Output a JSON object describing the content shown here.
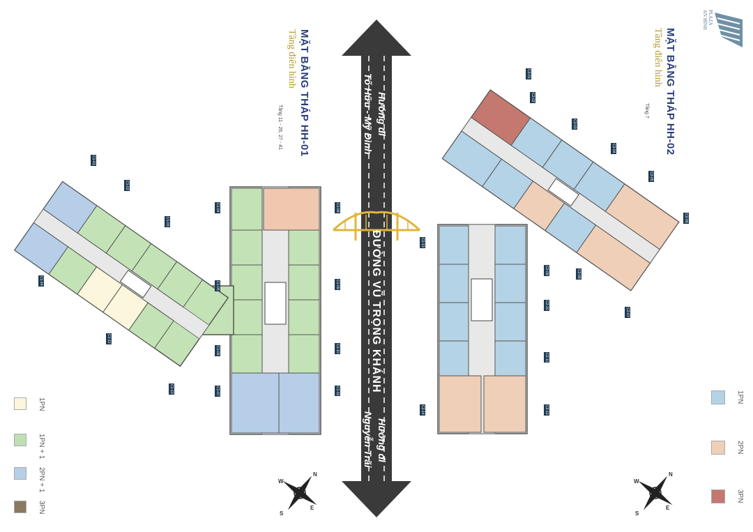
{
  "left_plan": {
    "title": "MẶT BẰNG THÁP HH-01",
    "subtitle": "Tầng điển hình",
    "floors": "Tầng 11 - 26, 27 - 41"
  },
  "right_plan": {
    "title": "MẶT BẰNG THÁP HH-02",
    "subtitle": "Tầng điển hình",
    "floors": "Tầng 7"
  },
  "road": {
    "direction_top_1": "Hướng đi",
    "direction_top_2": "Tố Hữu - Mỹ Đình",
    "direction_bottom_1": "Hướng đi",
    "direction_bottom_2": "Nguyễn Trãi",
    "street_name": "ĐƯỜNG VŨ TRỌNG KHÁNH"
  },
  "left_legend": [
    {
      "label": "1PN",
      "color": "#fbf6dc"
    },
    {
      "label": "1PN + 1",
      "color": "#bfe0b3"
    },
    {
      "label": "2PN + 1",
      "color": "#b5cfe6"
    },
    {
      "label": "3PN",
      "color": "#8a7860"
    }
  ],
  "right_legend": [
    {
      "label": "1PN",
      "color": "#b5d3e6"
    },
    {
      "label": "2PN",
      "color": "#efcfb8"
    },
    {
      "label": "3PN",
      "color": "#c4786f"
    }
  ],
  "compass": {
    "n": "N",
    "s": "S",
    "e": "E",
    "w": "W"
  },
  "logo": {
    "line1": "AN BÌNH",
    "line2": "PLAZA"
  },
  "unit_labels_left": [
    "C1-01",
    "C1-02",
    "C1-03",
    "C1-04",
    "C1-05",
    "C1-06",
    "C1-07",
    "C1-08",
    "C1-09",
    "C1-10",
    "C1-11",
    "C1-12",
    "C1-13",
    "C1-14"
  ],
  "unit_labels_right": [
    "C2-01",
    "C2-02",
    "C2-03",
    "C2-04",
    "C2-05",
    "C2-06",
    "C2-07",
    "C2-08",
    "C2-09",
    "C2-10",
    "C2-11",
    "C2-12",
    "C2-13",
    "C2-14"
  ],
  "colors": {
    "road": "#3a3a3a",
    "title": "#2a3e7a",
    "accent": "#b39a2c",
    "bridge": "#e0b53c"
  }
}
